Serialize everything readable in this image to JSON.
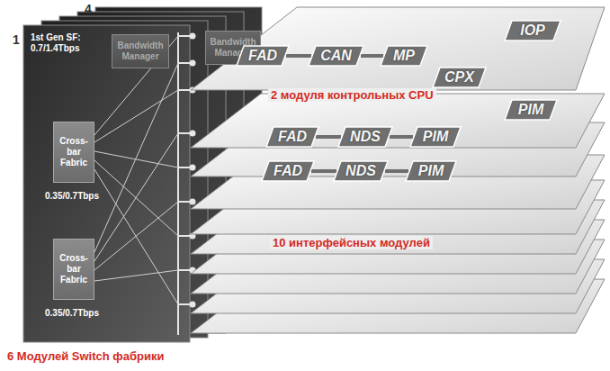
{
  "diagram": {
    "nodes": [
      {
        "text": [
          "1st Gen SF: 0.7/1.4Tbps"
        ]
      },
      {
        "text": [
          "Bandwidth Manager"
        ],
        "in": 0
      },
      {
        "text": [
          "Bandwidth Manager"
        ]
      },
      {
        "text": [
          "Cross-bar Fabric"
        ],
        "in": 0
      },
      {
        "text": [
          "Cross-bar Fabric"
        ],
        "in": 0
      },
      {
        "text": [
          "IOP"
        ]
      },
      {
        "text": [
          "FAD"
        ]
      },
      {
        "text": [
          "CAN"
        ]
      },
      {
        "text": [
          "MP"
        ]
      },
      {
        "text": [
          "CPX"
        ]
      },
      {
        "text": [
          "PIM"
        ]
      },
      {
        "text": [
          "FAD"
        ]
      },
      {
        "text": [
          "NDS"
        ]
      },
      {
        "text": [
          "PIM"
        ]
      },
      {
        "text": [
          "FAD"
        ]
      },
      {
        "text": [
          "NDS"
        ]
      },
      {
        "text": [
          "PIM"
        ]
      }
    ],
    "edges": [
      {
        "from": 6,
        "to": 7,
        "arrow": "none"
      },
      {
        "from": 7,
        "to": 8,
        "arrow": "none"
      },
      {
        "from": 11,
        "to": 12,
        "arrow": "none"
      },
      {
        "from": 12,
        "to": 13,
        "arrow": "none"
      },
      {
        "from": 14,
        "to": 15,
        "arrow": "none"
      },
      {
        "from": 15,
        "to": 16,
        "arrow": "none"
      }
    ],
    "labels": [
      "1",
      "4",
      "0.35/0.7Tbps",
      "0.35/0.7Tbps",
      "2 модуля контрольных CPU",
      "10 интерфейсных модулей",
      "6 Модулей Switch фабрики"
    ]
  }
}
